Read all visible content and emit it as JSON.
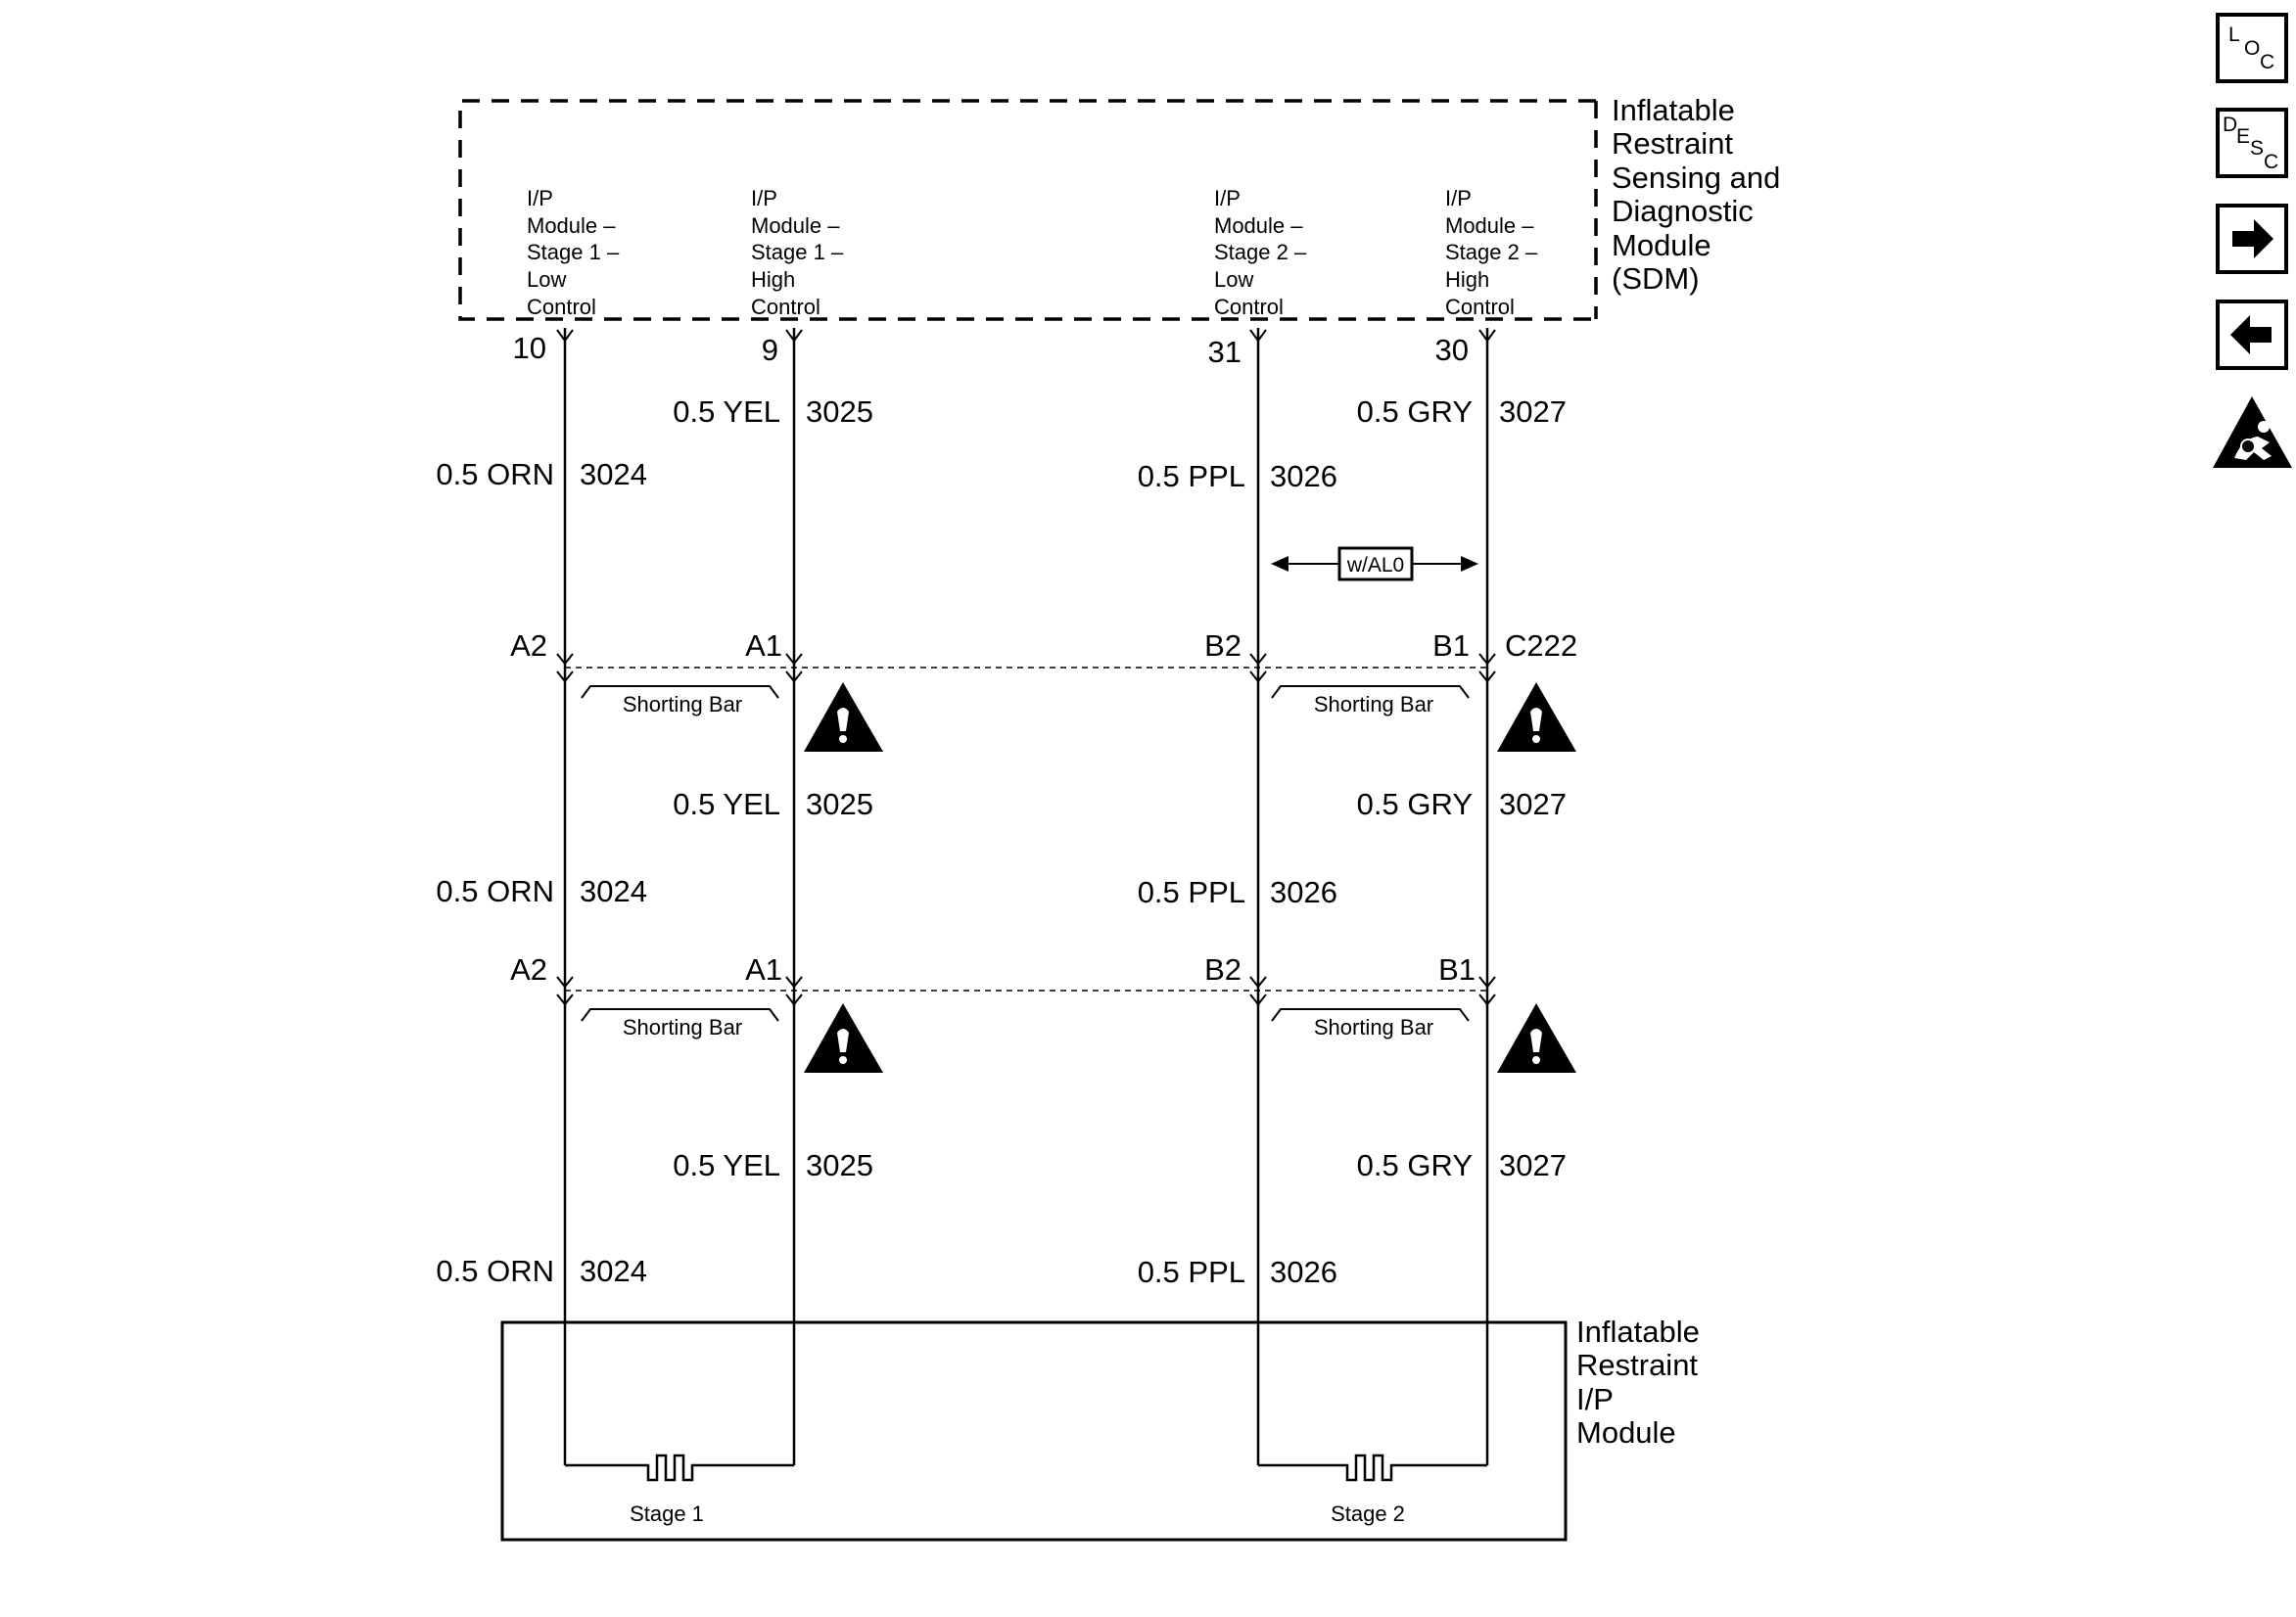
{
  "sdm": {
    "title_lines": [
      "Inflatable",
      "Restraint",
      "Sensing and",
      "Diagnostic",
      "Module",
      "(SDM)"
    ],
    "circuits": [
      {
        "lines": [
          "I/P",
          "Module –",
          "Stage 1 –",
          "Low",
          "Control"
        ],
        "pin": "10"
      },
      {
        "lines": [
          "I/P",
          "Module –",
          "Stage 1 –",
          "High",
          "Control"
        ],
        "pin": "9"
      },
      {
        "lines": [
          "I/P",
          "Module –",
          "Stage 2 –",
          "Low",
          "Control"
        ],
        "pin": "31"
      },
      {
        "lines": [
          "I/P",
          "Module –",
          "Stage 2 –",
          "High",
          "Control"
        ],
        "pin": "30"
      }
    ]
  },
  "wires": {
    "orn": {
      "label": "0.5 ORN",
      "circuit": "3024"
    },
    "yel": {
      "label": "0.5 YEL",
      "circuit": "3025"
    },
    "ppl": {
      "label": "0.5 PPL",
      "circuit": "3026"
    },
    "gry": {
      "label": "0.5 GRY",
      "circuit": "3027"
    }
  },
  "option_label": "w/AL0",
  "connector_upper": {
    "name": "C222",
    "pins": [
      "A2",
      "A1",
      "B2",
      "B1"
    ]
  },
  "connector_lower": {
    "pins": [
      "A2",
      "A1",
      "B2",
      "B1"
    ]
  },
  "shorting_bar_label": "Shorting Bar",
  "ip_module": {
    "title_lines": [
      "Inflatable",
      "Restraint",
      "I/P",
      "Module"
    ],
    "stage1": "Stage 1",
    "stage2": "Stage 2"
  },
  "nav": {
    "loc": [
      "L",
      "O",
      "C"
    ],
    "desc": [
      "D",
      "E",
      "S",
      "C"
    ],
    "next_icon": "right-arrow-icon",
    "prev_icon": "left-arrow-icon",
    "airbag_icon": "airbag-warning-icon"
  }
}
